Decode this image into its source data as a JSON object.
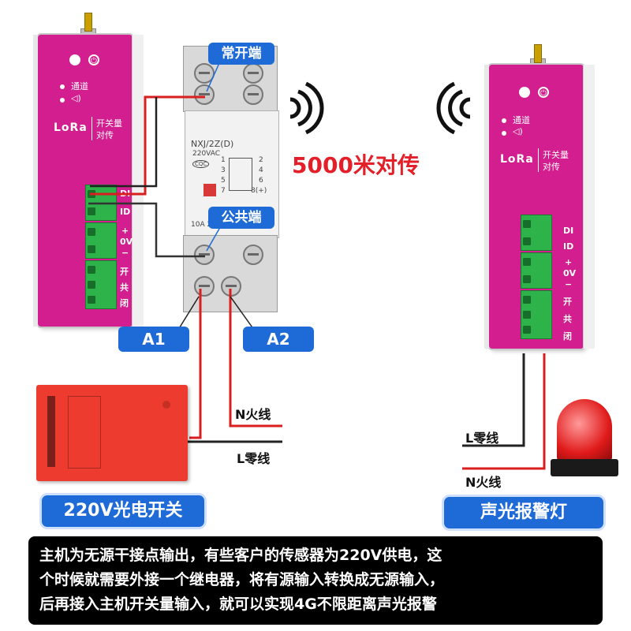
{
  "left_module": {
    "channel_label": "通道",
    "logo": "LoRa",
    "name_line1": "开关量",
    "name_line2": "对传",
    "side_labels": [
      "DI",
      "ID",
      "+",
      "0V",
      "−",
      "开",
      "共",
      "闭"
    ]
  },
  "right_module": {
    "channel_label": "通道",
    "logo": "LoRa",
    "name_line1": "开关量",
    "name_line2": "对传",
    "side_labels": [
      "DI",
      "ID",
      "+",
      "0V",
      "−",
      "开",
      "共",
      "闭"
    ]
  },
  "relay": {
    "model": "NXJ/2Z(D)",
    "voltage": "220VAC",
    "cert": "CQC",
    "rating": "10A 25",
    "pins": [
      "1",
      "3",
      "5",
      "7",
      "2",
      "4",
      "6",
      "8(+)"
    ]
  },
  "callouts": {
    "normally_open": "常开端",
    "common": "公共端",
    "a1": "A1",
    "a2": "A2"
  },
  "headline": "5000米对传",
  "wires": {
    "left_n": "N火线",
    "left_l": "L零线",
    "right_l": "L零线",
    "right_n": "N火线"
  },
  "labels": {
    "sensor": "220V光电开关",
    "alarm": "声光报警灯"
  },
  "caption": {
    "line1": "主机为无源干接点输出，有些客户的传感器为220V供电，这",
    "line2": "个时候就需要外接一个继电器，将有源输入转换成无源输入，",
    "line3": "后再接入主机开关量输入，就可以实现4G不限距离声光报警"
  },
  "colors": {
    "module": "#d21e8e",
    "terminal": "#2db34a",
    "callout": "#1e6ad6",
    "headline": "#e3202a",
    "wire_red": "#d81e1e",
    "wire_black": "#222222"
  },
  "icons": {
    "wireless_left": "wifi-signal-icon",
    "wireless_right": "wifi-signal-icon",
    "power": "power-icon"
  }
}
